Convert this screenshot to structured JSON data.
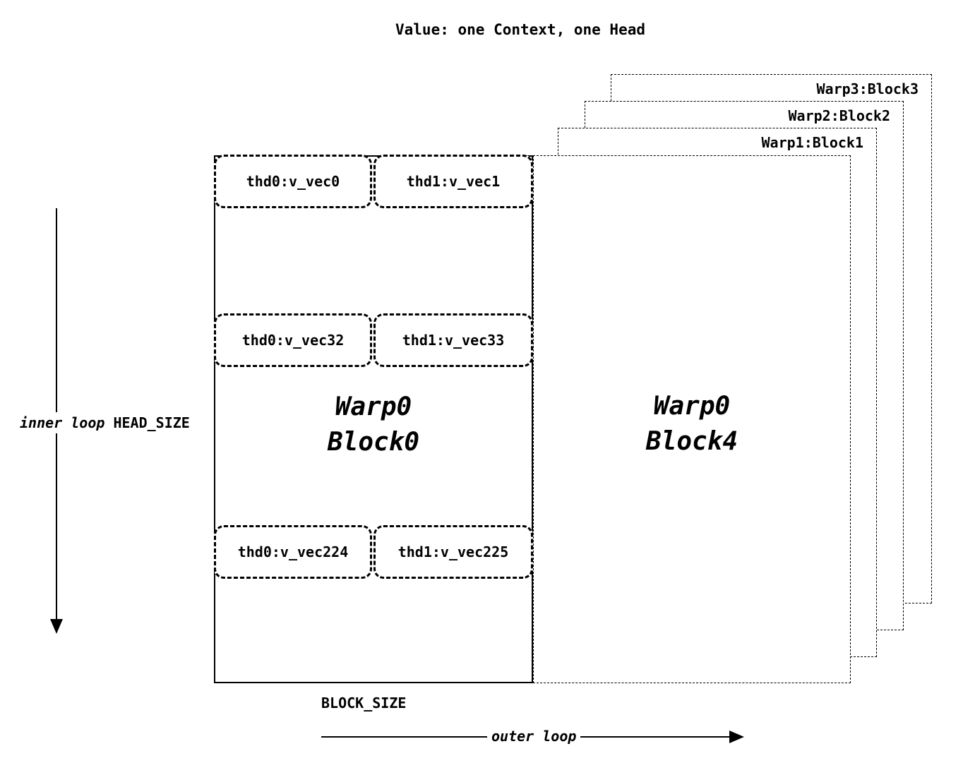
{
  "title": "Value: one Context, one Head",
  "back_layers": [
    {
      "label": "Warp3:Block3"
    },
    {
      "label": "Warp2:Block2"
    },
    {
      "label": "Warp1:Block1"
    }
  ],
  "block0": {
    "line1": "Warp0",
    "line2": "Block0",
    "rows": [
      {
        "left": "thd0:v_vec0",
        "right": "thd1:v_vec1"
      },
      {
        "left": "thd0:v_vec32",
        "right": "thd1:v_vec33"
      },
      {
        "left": "thd0:v_vec224",
        "right": "thd1:v_vec225"
      }
    ]
  },
  "block4": {
    "line1": "Warp0",
    "line2": "Block4"
  },
  "labels": {
    "inner_loop": "inner loop",
    "head_size": "HEAD_SIZE",
    "block_size": "BLOCK_SIZE",
    "outer_loop": "outer loop"
  },
  "colors": {
    "ink": "#000000",
    "background": "#ffffff"
  }
}
